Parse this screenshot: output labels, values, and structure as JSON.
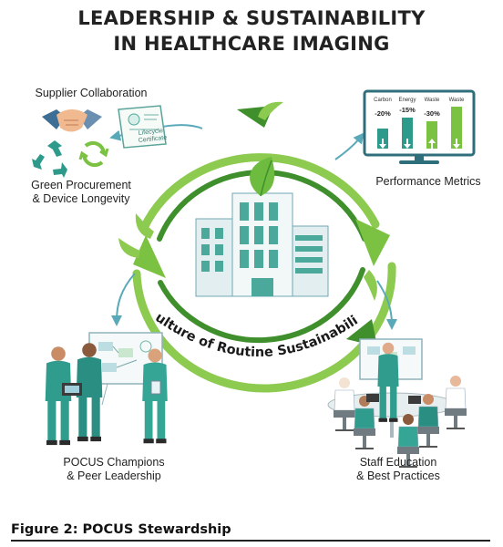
{
  "title": {
    "line1": "LEADERSHIP & SUSTAINABILITY",
    "line2": "IN HEALTHCARE IMAGING"
  },
  "labels": {
    "supplier": "Supplier Collaboration",
    "green_line1": "Green Procurement",
    "green_line2": "& Device Longevity",
    "metrics": "Performance Metrics",
    "pocus_line1": "POCUS Champions",
    "pocus_line2": "& Peer Leadership",
    "staff_line1": "Staff Education",
    "staff_line2": "& Best Practices",
    "culture": "Culture of Routine Sustainability"
  },
  "certificate": {
    "line1": "Lifecycle",
    "line2": "Certificate"
  },
  "metrics_panel": {
    "columns": [
      {
        "name": "Carbon",
        "value": "-20%",
        "direction": "down"
      },
      {
        "name": "Energy",
        "value": "-15%",
        "direction": "down"
      },
      {
        "name": "Waste",
        "value": "-30%",
        "direction": "up"
      },
      {
        "name": "Waste",
        "value": "",
        "direction": "down"
      }
    ]
  },
  "caption": "Figure 2: POCUS Stewardship",
  "colors": {
    "green": "#7cc242",
    "dark_green": "#3e8e2b",
    "teal": "#2d9a8c",
    "building": "#4aa99a",
    "sky": "#6db8d4"
  },
  "icons": [
    "handshake-icon",
    "certificate-icon",
    "recycle-icon",
    "cycle-arrows-icon",
    "monitor-icon",
    "leaf-icon",
    "hospital-building-icon"
  ]
}
